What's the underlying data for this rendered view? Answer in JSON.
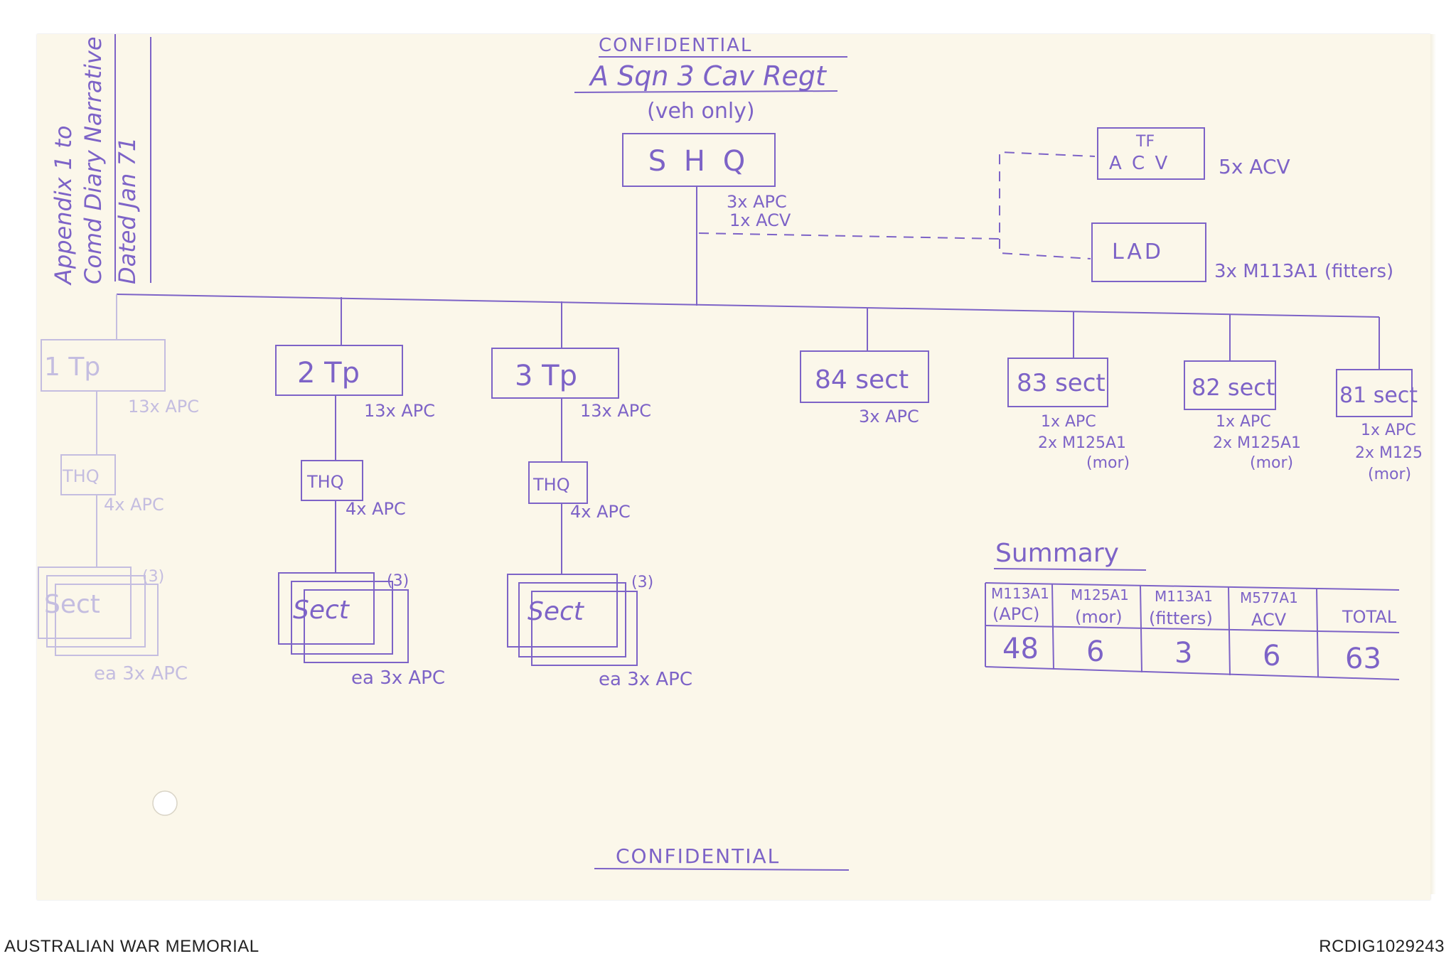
{
  "header": {
    "classification_top": "CONFIDENTIAL",
    "title": "A Sqn 3 Cav Regt",
    "subtitle": "(veh only)"
  },
  "margin_note": {
    "line1": "Appendix 1 to",
    "line2": "Comd Diary Narrative",
    "line3": "Dated Jan 71"
  },
  "units": {
    "shq": {
      "label": "S H Q",
      "vehicles": [
        "3x APC",
        "1x ACV"
      ]
    },
    "tf_acv": {
      "label_top": "TF",
      "label_bottom": "A C V",
      "vehicles": "5x ACV"
    },
    "lad": {
      "label": "LAD",
      "vehicles": "3x M113A1 (fitters)"
    },
    "troops": [
      {
        "label": "1 Tp",
        "vehicles": "13x APC",
        "thq": "THQ",
        "thq_vehicles": "4x APC",
        "sect": "Sect",
        "sect_count": "(3)",
        "sect_vehicles": "ea 3x APC"
      },
      {
        "label": "2 Tp",
        "vehicles": "13x APC",
        "thq": "THQ",
        "thq_vehicles": "4x APC",
        "sect": "Sect",
        "sect_count": "(3)",
        "sect_vehicles": "ea 3x APC"
      },
      {
        "label": "3 Tp",
        "vehicles": "13x APC",
        "thq": "THQ",
        "thq_vehicles": "4x APC",
        "sect": "Sect",
        "sect_count": "(3)",
        "sect_vehicles": "ea 3x APC"
      }
    ],
    "sections": [
      {
        "label": "84 sect",
        "vehicles": [
          "3x APC"
        ]
      },
      {
        "label": "83 sect",
        "vehicles": [
          "1x APC",
          "2x M125A1",
          "(mor)"
        ]
      },
      {
        "label": "82 sect",
        "vehicles": [
          "1x APC",
          "2x M125A1",
          "(mor)"
        ]
      },
      {
        "label": "81 sect",
        "vehicles": [
          "1x APC",
          "2x M125",
          "(mor)"
        ]
      }
    ]
  },
  "summary": {
    "title": "Summary",
    "columns": [
      {
        "line1": "M113A1",
        "line2": "(APC)",
        "value": "48"
      },
      {
        "line1": "M125A1",
        "line2": "(mor)",
        "value": "6"
      },
      {
        "line1": "M113A1",
        "line2": "(fitters)",
        "value": "3"
      },
      {
        "line1": "M577A1",
        "line2": "ACV",
        "value": "6"
      },
      {
        "line1": "",
        "line2": "TOTAL",
        "value": "63"
      }
    ]
  },
  "classification_bottom": "CONFIDENTIAL",
  "footer": {
    "left": "AUSTRALIAN WAR MEMORIAL",
    "right": "RCDIG1029243"
  },
  "colors": {
    "ink": "#7d63c7",
    "faint_ink": "#c4bde0",
    "paper": "#fbf7ea"
  }
}
